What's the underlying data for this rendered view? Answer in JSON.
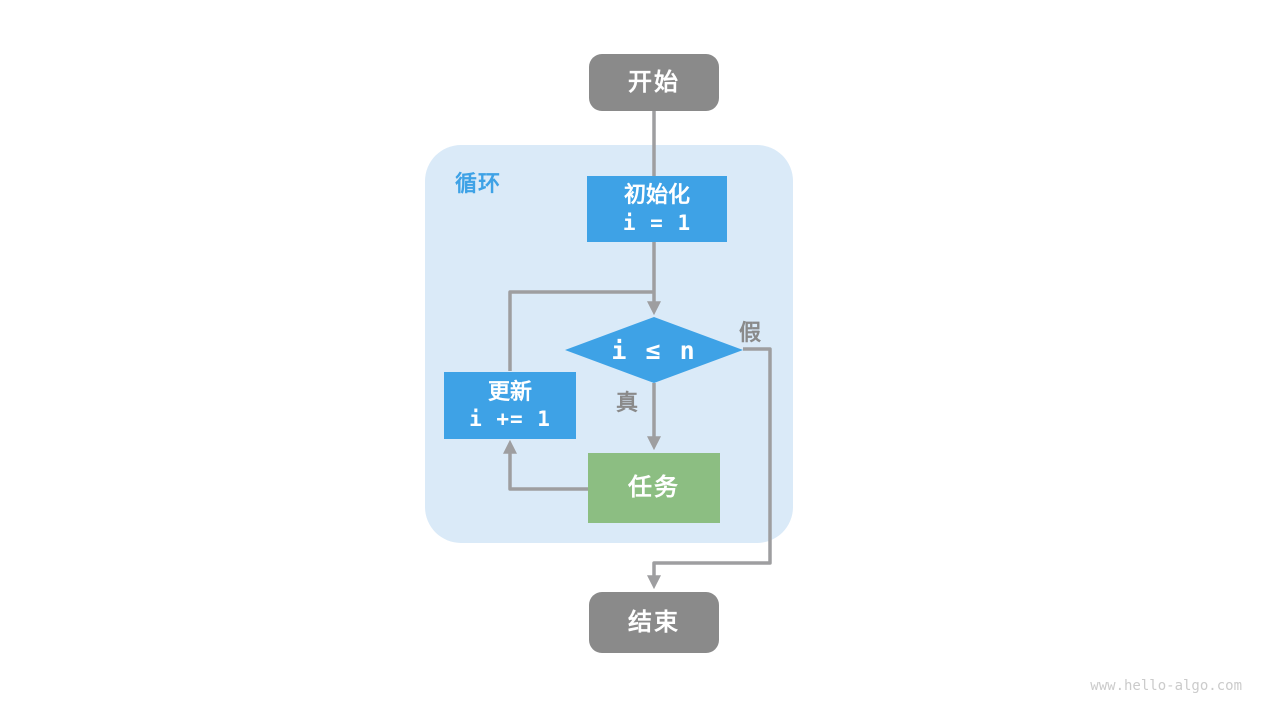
{
  "page": {
    "watermark": "www.hello-algo.com"
  },
  "colors": {
    "terminal_gray": "#8a8a8a",
    "accent_blue": "#3ea2e6",
    "loop_background": "#daeaf8",
    "task_green": "#8cbe82",
    "connector_gray": "#9e9ea0",
    "branch_label_gray": "#8a8a8a",
    "watermark_gray": "#cbcbcb"
  },
  "flowchart": {
    "start": {
      "label": "开始"
    },
    "loop": {
      "label": "循环"
    },
    "init": {
      "title": "初始化",
      "code": "i = 1"
    },
    "condition": {
      "code": "i ≤ n"
    },
    "true_branch": {
      "label": "真"
    },
    "false_branch": {
      "label": "假"
    },
    "task": {
      "label": "任务"
    },
    "update": {
      "title": "更新",
      "code": "i += 1"
    },
    "end": {
      "label": "结束"
    }
  }
}
